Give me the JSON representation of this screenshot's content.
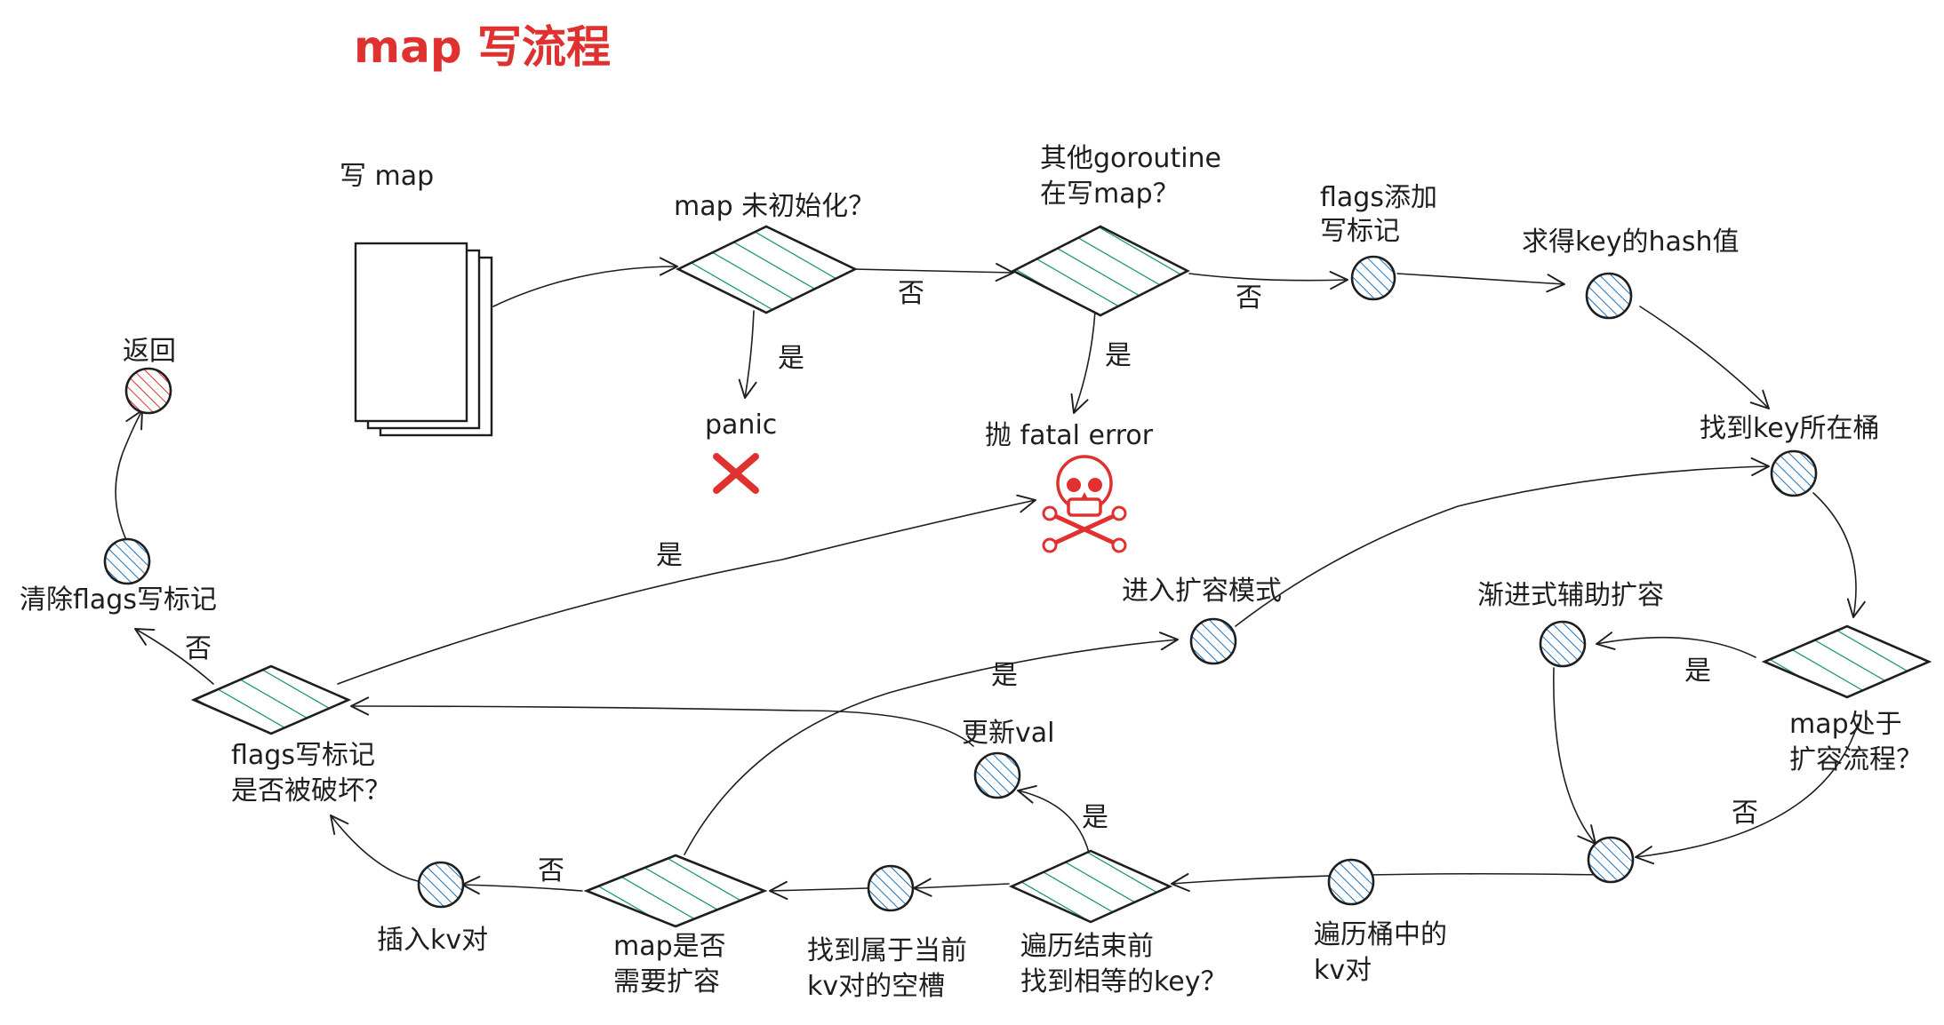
{
  "title": "map 写流程",
  "labels": {
    "write_map": "写 map",
    "uninit": "map 未初始化？",
    "panic": "panic",
    "concurrent_1": "其他goroutine",
    "concurrent_2": "在写map？",
    "fatal": "抛 fatal error",
    "flags_add_1": "flags添加",
    "flags_add_2": "写标记",
    "hash": "求得key的hash值",
    "find_bucket": "找到key所在桶",
    "growing_1": "map处于",
    "growing_2": "扩容流程？",
    "assist": "渐进式辅助扩容",
    "traverse_1": "遍历桶中的",
    "traverse_2": "kv对",
    "found_eq_1": "遍历结束前",
    "found_eq_2": "找到相等的key？",
    "update": "更新val",
    "find_empty_1": "找到属于当前",
    "find_empty_2": "kv对的空槽",
    "need_grow_1": "map是否",
    "need_grow_2": "需要扩容",
    "enter_grow": "进入扩容模式",
    "insert": "插入kv对",
    "flags_broken_1": "flags写标记",
    "flags_broken_2": "是否被破坏？",
    "clear_flags": "清除flags写标记",
    "return": "返回"
  },
  "edge_labels": {
    "no": "否",
    "yes": "是"
  },
  "colors": {
    "title": "#e03131",
    "stroke": "#1e1e1e",
    "diamond_fill": "#099268",
    "circle_fill": "#1971c2",
    "return_fill": "#e03131",
    "danger": "#e03131"
  },
  "icons": {
    "document": "document-stack-icon",
    "panic": "red-x-icon",
    "fatal": "skull-crossbones-icon"
  }
}
